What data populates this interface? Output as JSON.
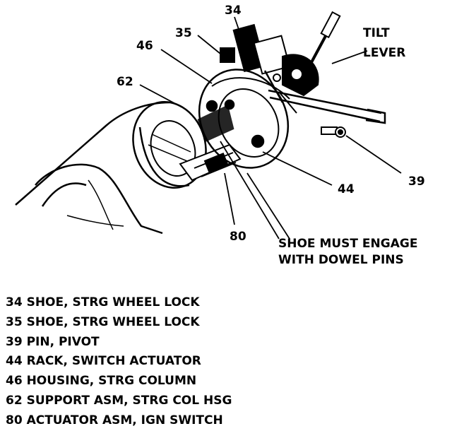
{
  "callouts": {
    "c34": "34",
    "c35": "35",
    "c46": "46",
    "c62": "62",
    "c39": "39",
    "c44": "44",
    "c80": "80",
    "tilt_line1": "TILT",
    "tilt_line2": "LEVER"
  },
  "note": {
    "line1": "SHOE MUST ENGAGE",
    "line2": "WITH DOWEL PINS"
  },
  "legend": [
    "34 SHOE, STRG WHEEL LOCK",
    "35 SHOE, STRG WHEEL LOCK",
    "39 PIN, PIVOT",
    "44 RACK, SWITCH ACTUATOR",
    "46 HOUSING, STRG COLUMN",
    "62 SUPPORT ASM, STRG COL HSG",
    "80 ACTUATOR ASM, IGN SWITCH"
  ]
}
